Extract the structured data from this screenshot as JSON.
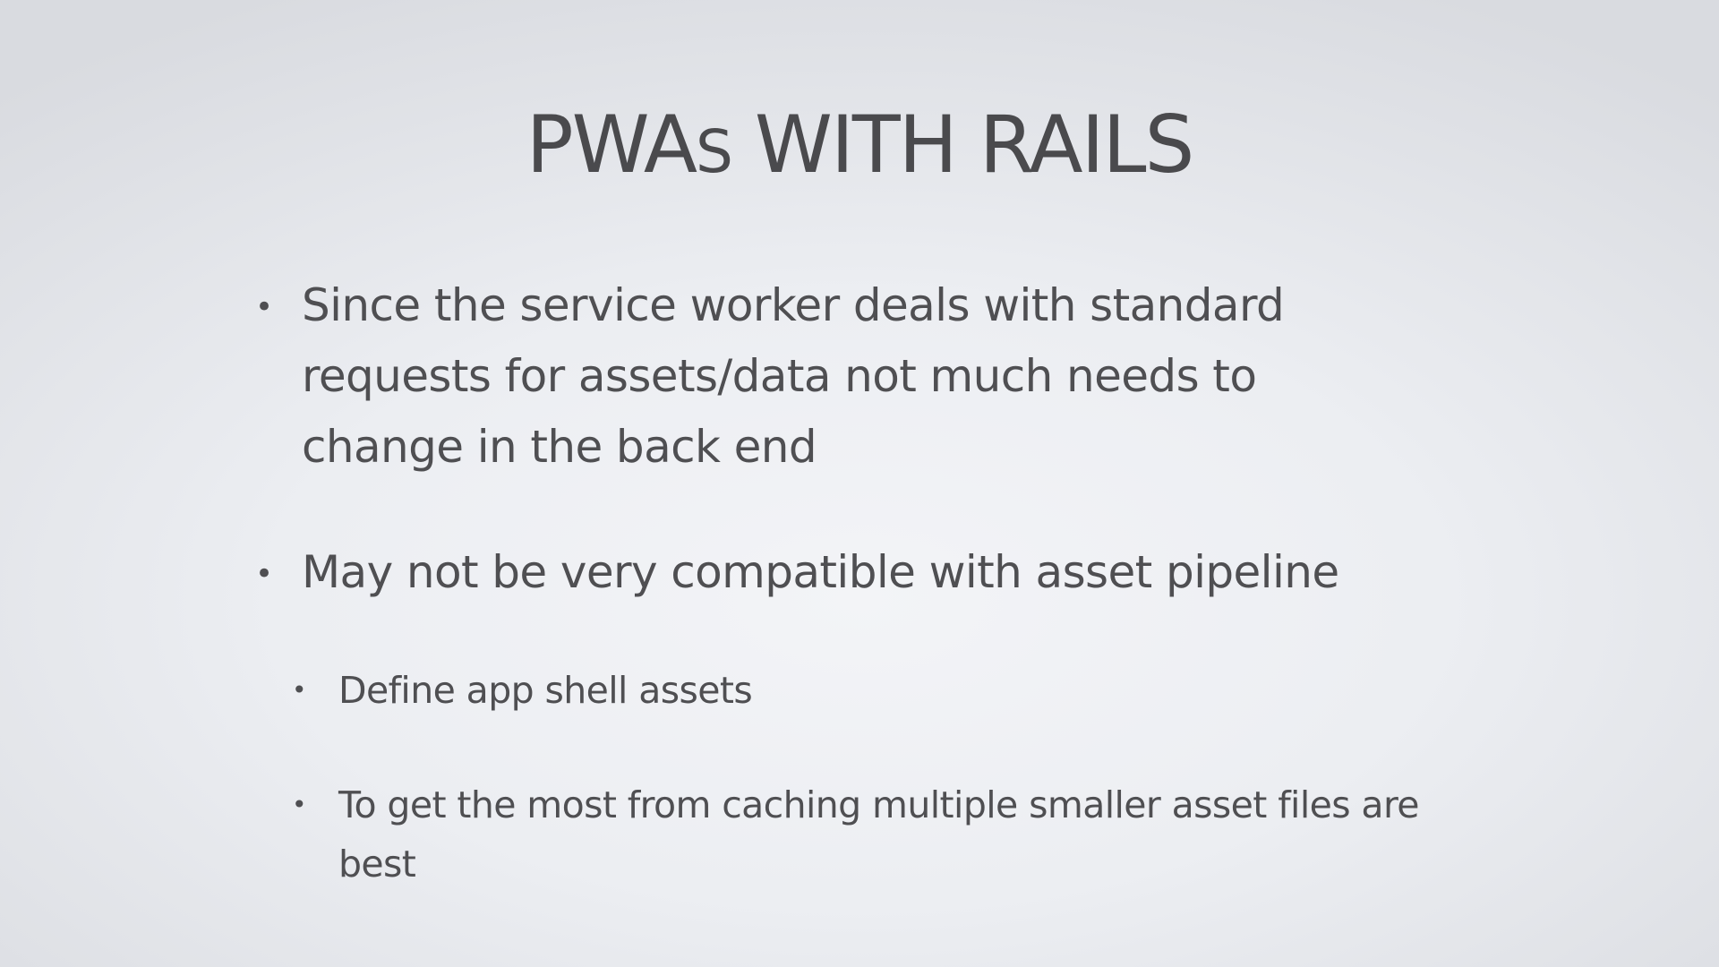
{
  "slide": {
    "title_main": "PWA",
    "title_small": "S",
    "title_rest": " WITH RAILS",
    "bullet_glyph": "•",
    "bullets": [
      {
        "level": 1,
        "text": "Since the service worker deals with standard requests for assets/data not much needs to change in the back end"
      },
      {
        "level": 1,
        "text": "May not be very compatible with asset pipeline"
      },
      {
        "level": 2,
        "text": "Define app shell assets"
      },
      {
        "level": 2,
        "text": "To get the most from caching multiple smaller asset files are best"
      }
    ]
  },
  "colors": {
    "text": "#4f4f52",
    "background_center": "#f3f4f7",
    "background_edge": "#d9dbe0"
  }
}
